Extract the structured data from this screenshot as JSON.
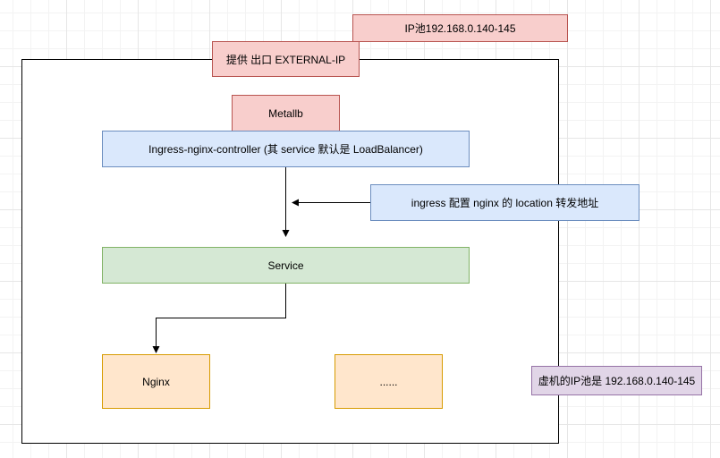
{
  "diagram": {
    "nodes": {
      "ip_pool": "IP池192.168.0.140-145",
      "external_ip": "提供 出口 EXTERNAL-IP",
      "metallb": "Metallb",
      "ingress_controller": "Ingress-nginx-controller (其 service 默认是 LoadBalancer)",
      "ingress_config": "ingress 配置 nginx 的 location 转发地址",
      "service": "Service",
      "nginx": "Nginx",
      "more": "......",
      "vm_ip_pool": "虚机的IP池是 192.168.0.140-145"
    }
  },
  "colors": {
    "red_fill": "#f8cecc",
    "red_stroke": "#b85450",
    "blue_fill": "#dae8fc",
    "blue_stroke": "#6c8ebf",
    "green_fill": "#d5e8d4",
    "green_stroke": "#82b366",
    "orange_fill": "#ffe6cc",
    "orange_stroke": "#d79b00",
    "purple_fill": "#e1d5e7",
    "purple_stroke": "#9673a6"
  }
}
